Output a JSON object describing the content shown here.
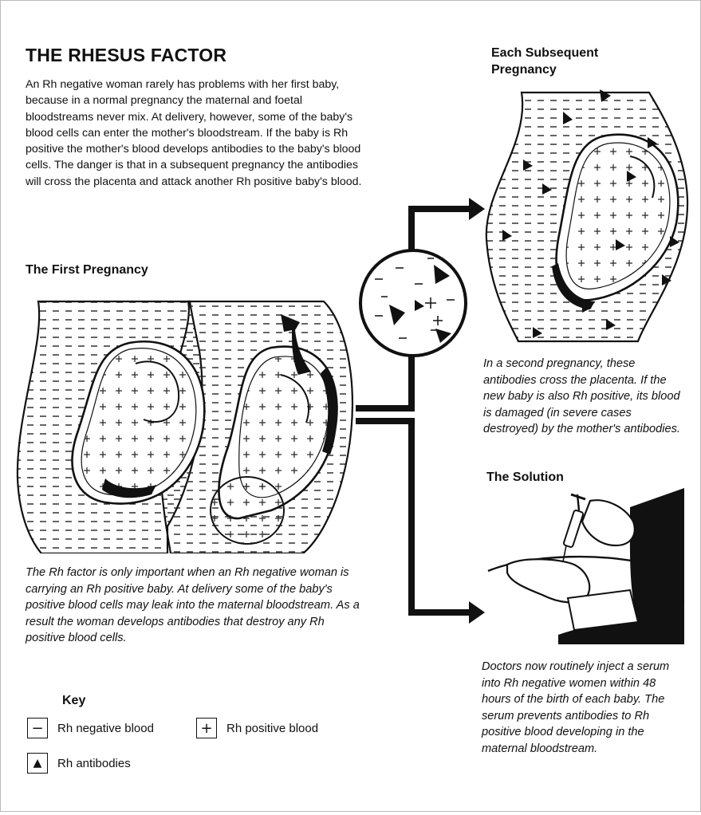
{
  "title": "THE RHESUS FACTOR",
  "intro": "An Rh negative woman rarely has problems with her first baby, because in a normal pregnancy the maternal and foetal bloodstreams never mix. At delivery, however, some of the baby's blood cells can enter the mother's bloodstream. If the baby is Rh positive the mother's blood develops antibodies to the baby's blood cells. The danger is that in a subsequent pregnancy the antibodies will cross the placenta and attack another Rh positive baby's blood.",
  "first_pregnancy": {
    "heading": "The First Pregnancy",
    "caption": "The Rh factor is only important when an Rh negative woman is carrying an Rh positive baby. At delivery some of the baby's positive blood cells may leak into the maternal bloodstream. As a result the woman develops antibodies that destroy any Rh positive blood cells."
  },
  "subsequent_pregnancy": {
    "heading": "Each Subsequent Pregnancy",
    "caption": "In a second pregnancy, these antibodies cross the placenta. If the new baby is also Rh positive, its blood is damaged (in severe cases destroyed) by the mother's antibodies."
  },
  "solution": {
    "heading": "The Solution",
    "caption": "Doctors now routinely inject a serum into Rh negative women within 48 hours of the birth of each baby. The serum prevents antibodies to Rh positive blood developing in the maternal bloodstream."
  },
  "key": {
    "heading": "Key",
    "items": [
      {
        "symbol": "−",
        "label": "Rh negative blood"
      },
      {
        "symbol": "+",
        "label": "Rh positive blood"
      },
      {
        "symbol": "▲",
        "label": "Rh antibodies"
      }
    ]
  },
  "icons": {
    "negative": "minus-icon",
    "positive": "plus-icon",
    "antibody": "triangle-icon"
  }
}
